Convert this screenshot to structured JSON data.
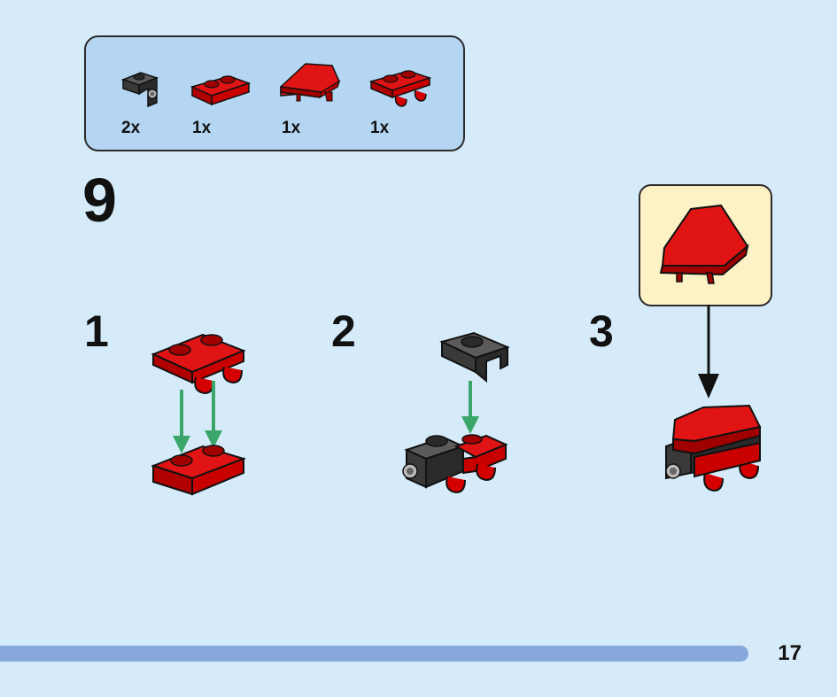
{
  "parts_list": {
    "items": [
      {
        "name": "dark-grey-bracket",
        "qty": "2x"
      },
      {
        "name": "red-plate-1x2",
        "qty": "1x"
      },
      {
        "name": "red-wedge-slope",
        "qty": "1x"
      },
      {
        "name": "red-plate-with-clips",
        "qty": "1x"
      }
    ]
  },
  "step_number": "9",
  "substeps": [
    {
      "number": "1"
    },
    {
      "number": "2"
    },
    {
      "number": "3"
    }
  ],
  "page_number": "17",
  "colors": {
    "background": "#d6ebfa",
    "parts_box": "#b5d6f2",
    "callout": "#fdf2c6",
    "brick_red": "#d40000",
    "brick_dark": "#3a3a3a",
    "arrow_green": "#3aa66a",
    "progress": "#86a8da"
  }
}
